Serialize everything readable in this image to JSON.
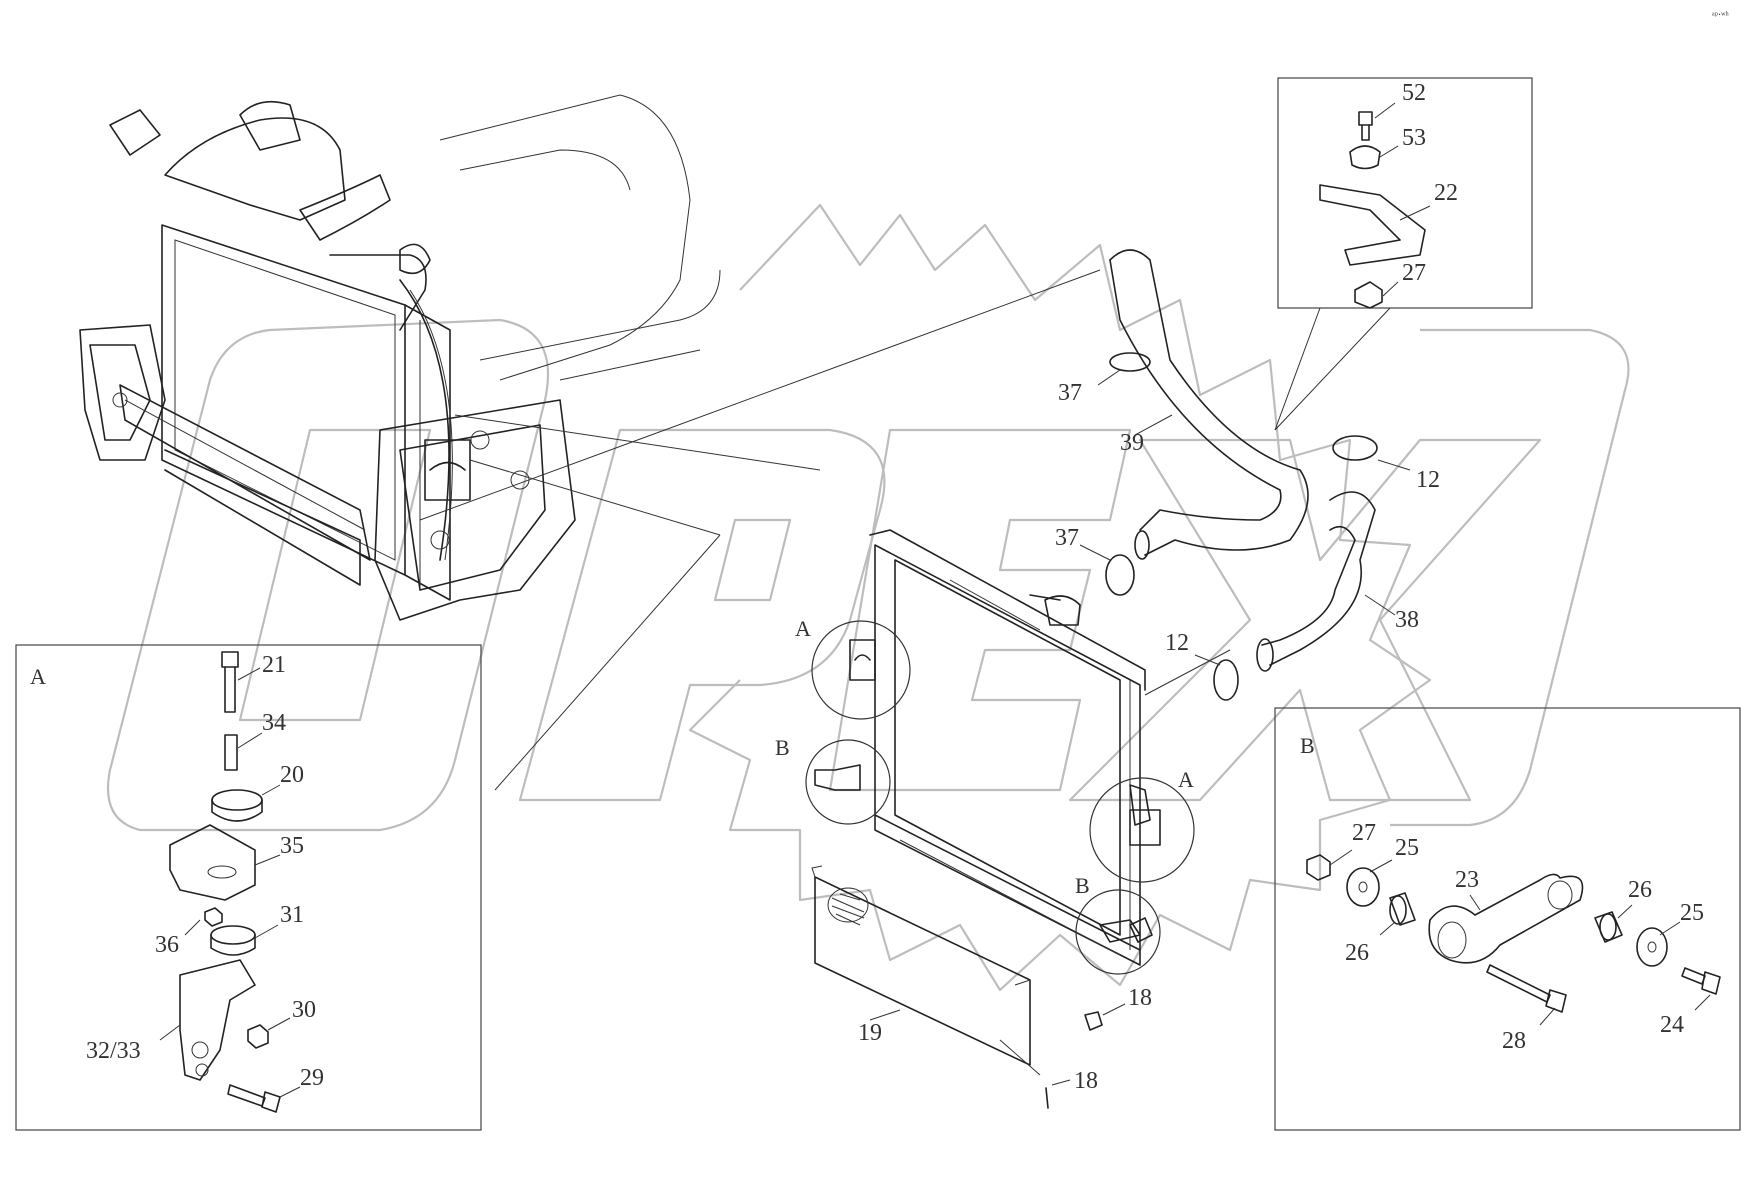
{
  "watermark": "OPEX",
  "corner_mark": "ᵃᵖ·ʷʰ",
  "boxes": {
    "A": {
      "label": "A"
    },
    "B": {
      "label": "B"
    },
    "top": {
      "label": ""
    }
  },
  "detail_markers": {
    "A_left": "A",
    "B_left": "B",
    "A_right": "A",
    "B_right": "B"
  },
  "callouts": {
    "c52": "52",
    "c53": "53",
    "c22": "22",
    "c27a": "27",
    "c37a": "37",
    "c39": "39",
    "c12a": "12",
    "c37b": "37",
    "c38": "38",
    "c12b": "12",
    "c21": "21",
    "c34": "34",
    "c20": "20",
    "c35": "35",
    "c36": "36",
    "c31": "31",
    "c3233": "32/33",
    "c30": "30",
    "c29": "29",
    "c19": "19",
    "c18a": "18",
    "c18b": "18",
    "c27b": "27",
    "c25a": "25",
    "c23": "23",
    "c26a": "26",
    "c26b": "26",
    "c25b": "25",
    "c28": "28",
    "c24": "24"
  }
}
